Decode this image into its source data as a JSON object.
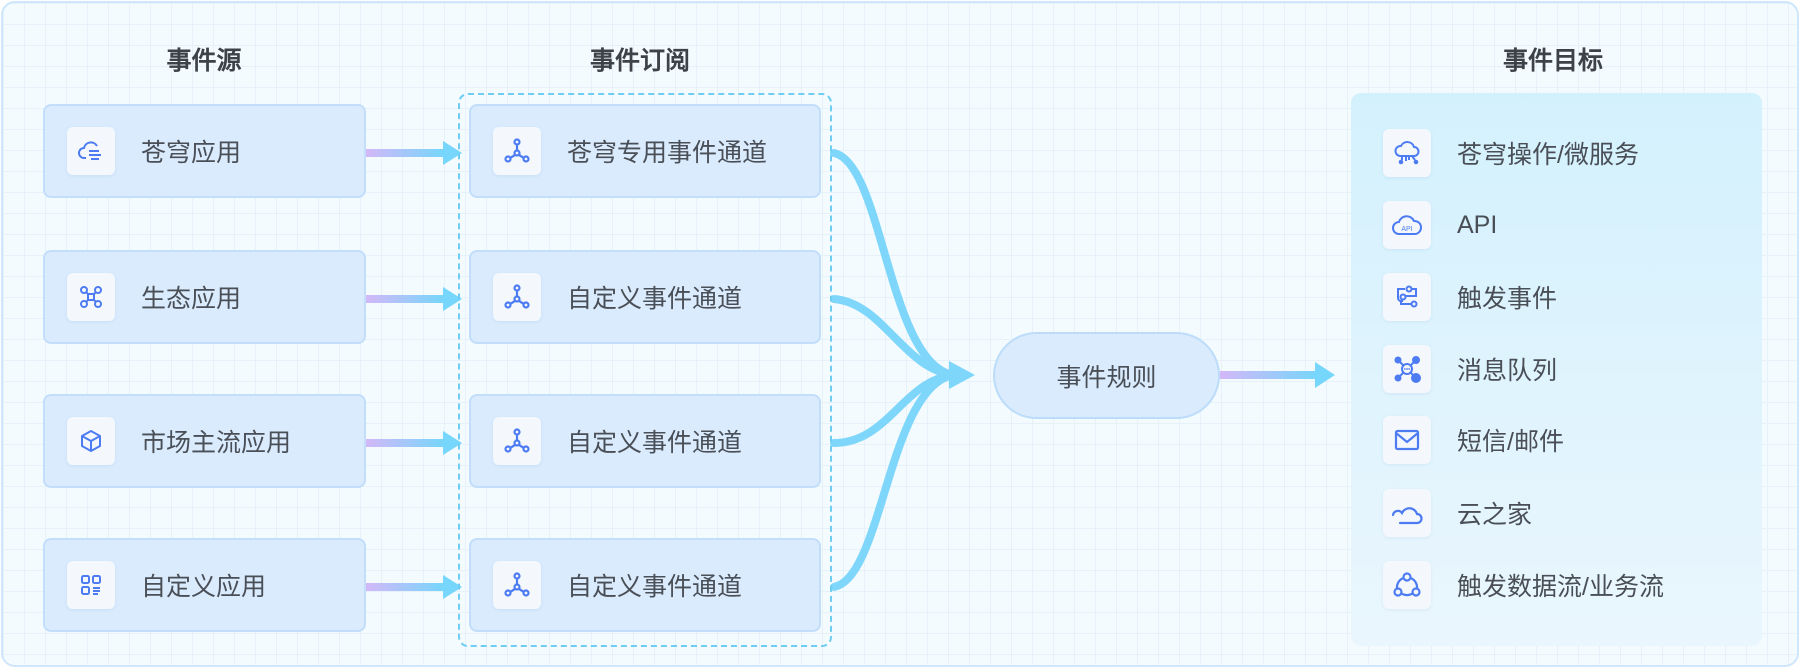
{
  "columns": {
    "sources": "事件源",
    "subscriptions": "事件订阅",
    "targets": "事件目标"
  },
  "sources": [
    {
      "label": "苍穹应用",
      "icon": "cloud-transfer-icon"
    },
    {
      "label": "生态应用",
      "icon": "network-nodes-icon"
    },
    {
      "label": "市场主流应用",
      "icon": "cube-icon"
    },
    {
      "label": "自定义应用",
      "icon": "app-grid-icon"
    }
  ],
  "channels": [
    {
      "label": "苍穹专用事件通道",
      "icon": "channel-hub-icon"
    },
    {
      "label": "自定义事件通道",
      "icon": "channel-hub-icon"
    },
    {
      "label": "自定义事件通道",
      "icon": "channel-hub-icon"
    },
    {
      "label": "自定义事件通道",
      "icon": "channel-hub-icon"
    }
  ],
  "rule": {
    "label": "事件规则"
  },
  "targets": [
    {
      "label": "苍穹操作/微服务",
      "icon": "cloud-service-icon"
    },
    {
      "label": "API",
      "icon": "api-cloud-icon",
      "icon_text": "API"
    },
    {
      "label": "触发事件",
      "icon": "trigger-flow-icon"
    },
    {
      "label": "消息队列",
      "icon": "message-queue-icon"
    },
    {
      "label": "短信/邮件",
      "icon": "mail-icon"
    },
    {
      "label": "云之家",
      "icon": "cloud-icon"
    },
    {
      "label": "触发数据流/业务流",
      "icon": "workflow-icon"
    }
  ],
  "colors": {
    "icon": "#4d7cf2",
    "arrow_start": "#d3b8f8",
    "arrow_end": "#76d6fb",
    "dash": "#6fcdf3"
  }
}
